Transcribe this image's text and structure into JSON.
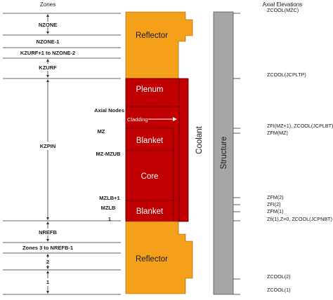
{
  "headers": {
    "zones": "Zones",
    "axial_elevations": "Axial Elevations"
  },
  "zones": {
    "nzone": "NZONE",
    "nzone_1": "NZONE-1",
    "kzurf_range": "KZURF+1 to NZONE-2",
    "kzurf": "KZURF",
    "kzpin": "KZPIN",
    "nrefb": "NREFB",
    "zones_3": "Zones 3 to NREFB-1",
    "z2": "2",
    "z1": "1"
  },
  "axial_nodes": {
    "title": "Axial Nodes",
    "mz": "MZ",
    "mz_mzub": "MZ-MZUB",
    "mzlb_1": "MZLB+1",
    "mzlb": "MZLB",
    "one": "1"
  },
  "regions": {
    "reflector_top": "Reflector",
    "plenum": "Plenum",
    "cladding": "Cladding",
    "blanket_top": "Blanket",
    "core": "Core",
    "blanket_bottom": "Blanket",
    "reflector_bottom": "Reflector",
    "coolant": "Coolant",
    "structure": "Structure"
  },
  "elevations": {
    "zcool_mzc": "ZCOOL(MZC)",
    "zcool_jcpltp": "ZCOOL(JCPLTP)",
    "zfi_mz1": "ZFI(MZ+1), ZCOOL(JCPLBT)",
    "zfm_mz": "ZFM(MZ)",
    "zfm_2": "ZFM(2)",
    "zfi_2": "ZFI(2)",
    "zfm_1": "ZFM(1)",
    "zfi_1": "Zfi(1),Z=0, ZCOOL(JCPNBT)",
    "zcool_2": "ZCOOL(2)",
    "zcool_1": "ZCOOL(1)"
  },
  "colors": {
    "reflector": "#F5A01A",
    "fuel": "#C00000",
    "structure": "#A6A6A6",
    "line": "#333333"
  }
}
